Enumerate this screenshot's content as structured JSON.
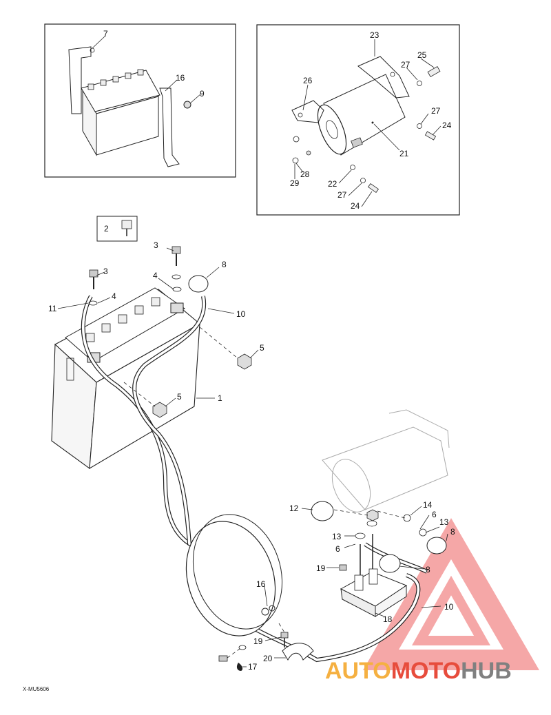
{
  "document_code": "X-MU5606",
  "watermark": {
    "part1": "AUTO",
    "part2": "MOTO",
    "part3": "HUB",
    "color_orange": "#f5b041",
    "color_red": "#e74c3c",
    "color_grey": "#808080"
  },
  "callouts": {
    "inset_battery": {
      "c7": "7",
      "c16": "16",
      "c9": "9"
    },
    "inset_starter": {
      "c23": "23",
      "c25": "25",
      "c27a": "27",
      "c26": "26",
      "c27b": "27",
      "c24a": "24",
      "c21": "21",
      "c28": "28",
      "c29": "29",
      "c22": "22",
      "c27c": "27",
      "c24b": "24"
    },
    "main": {
      "c2": "2",
      "c3a": "3",
      "c3b": "3",
      "c8a": "8",
      "c4a": "4",
      "c4b": "4",
      "c11": "11",
      "c10a": "10",
      "c5a": "5",
      "c5b": "5",
      "c1": "1",
      "c12": "12",
      "c14": "14",
      "c6a": "6",
      "c13a": "13",
      "c8b": "8",
      "c13b": "13",
      "c6b": "6",
      "c19a": "19",
      "c8c": "8",
      "c16": "16",
      "c10b": "10",
      "c18": "18",
      "c19b": "19",
      "c20": "20",
      "c17": "17"
    }
  }
}
